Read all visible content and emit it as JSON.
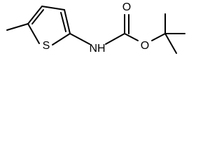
{
  "molecule": {
    "atoms": {
      "sulfur": "S",
      "amine": "NH",
      "carbonyl_oxygen": "O",
      "ether_oxygen": "O"
    }
  },
  "colors": {
    "bond": "#000000",
    "background": "#ffffff"
  }
}
